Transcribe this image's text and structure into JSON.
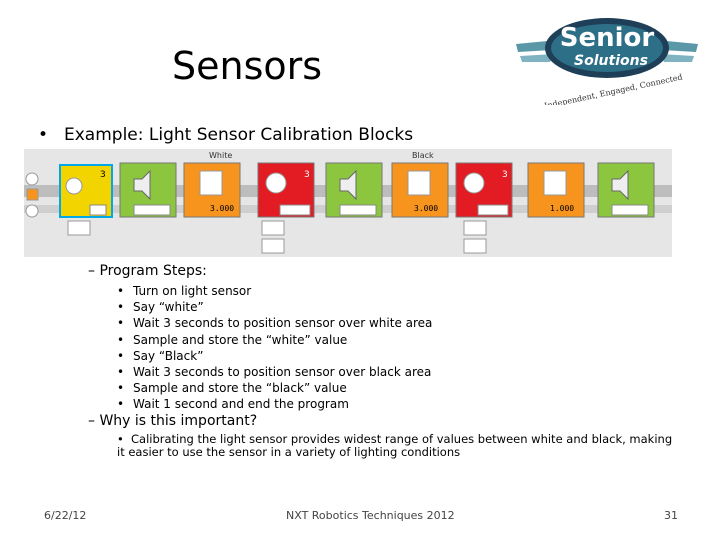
{
  "slide": {
    "title": "Sensors",
    "bullet_main": "Example: Light Sensor Calibration Blocks",
    "program_steps_heading": "Program Steps:",
    "steps": [
      "Turn on light sensor",
      "Say “white”",
      "Wait 3 seconds to position sensor over white area",
      "Sample and store the “white” value",
      "Say “Black”",
      "Wait 3 seconds to position sensor over black area",
      "Sample and store the “black” value",
      "Wait 1 second and end the program"
    ],
    "why_heading": "Why  is this important?",
    "why_note": "Calibrating the light sensor provides widest range of values between white and black, making it easier to use the sensor in a variety of lighting conditions",
    "footer_date": "6/22/12",
    "footer_center": "NXT Robotics Techniques 2012",
    "footer_page": "31"
  },
  "logo": {
    "line1": "Senior",
    "line2": "Solutions",
    "tagline": "Independent, Engaged, Connected"
  },
  "program_strip": {
    "label_white": "White",
    "label_black": "Black",
    "block_labels": [
      "3",
      "3.000",
      "3",
      "3.000",
      "3",
      "1.000"
    ],
    "colors": {
      "yellow_block": "#f2d500",
      "green_block": "#8cc63f",
      "orange_block": "#f7941d",
      "red_block": "#e31b23",
      "beam": "#b7b7b7"
    }
  }
}
